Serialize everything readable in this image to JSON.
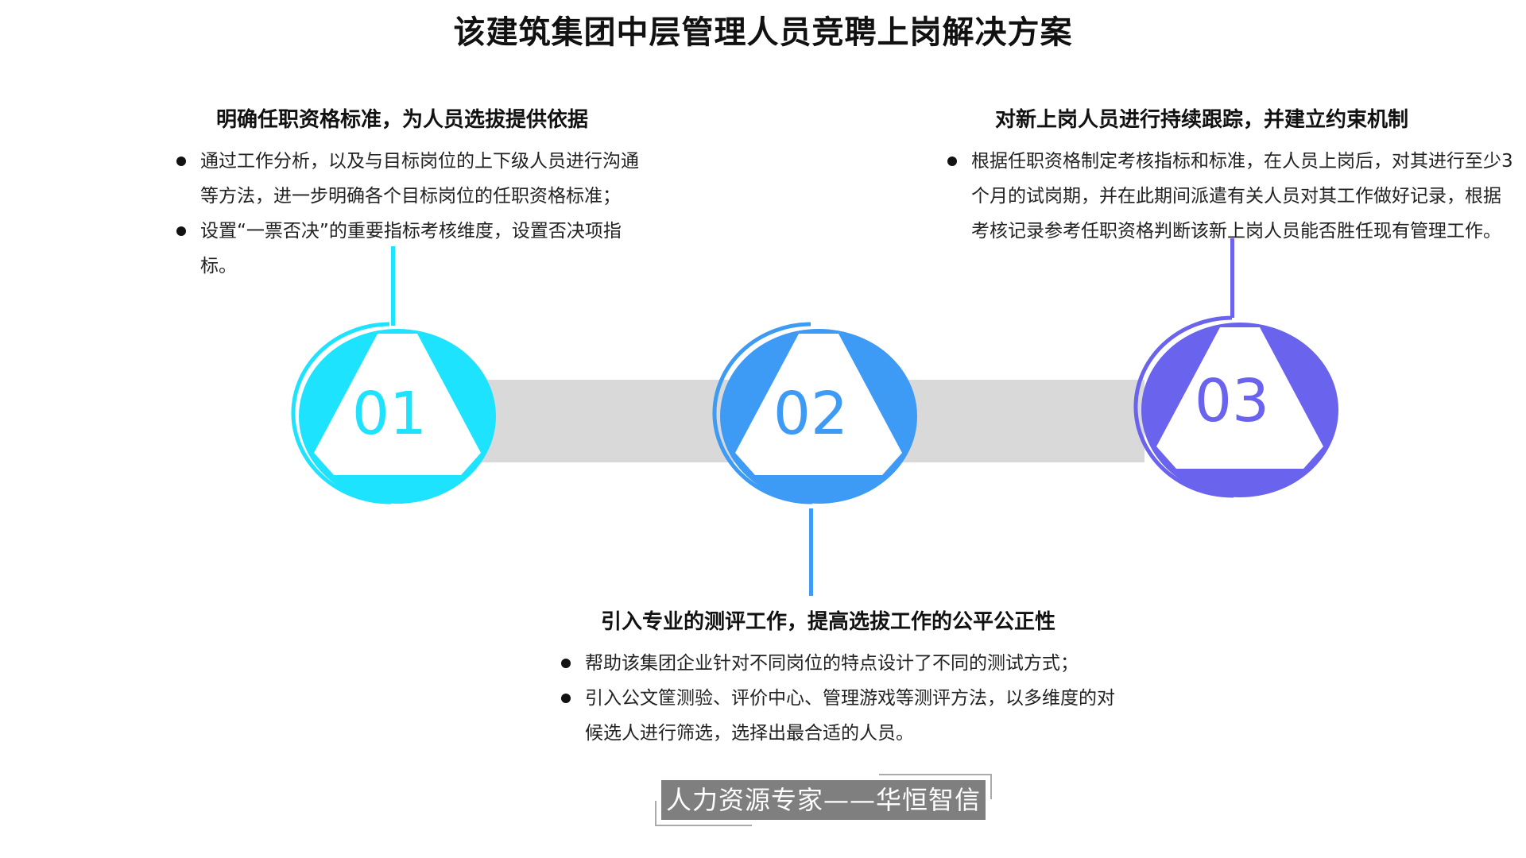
{
  "title": "该建筑集团中层管理人员竞聘上岗解决方案",
  "colors": {
    "step1": "#1ee3ff",
    "step2": "#3e9bf5",
    "step3": "#6a63ee",
    "bar": "#d9d9d9"
  },
  "steps": [
    {
      "number": "01",
      "heading": "明确任职资格标准，为人员选拔提供依据",
      "bullets": [
        "通过工作分析，以及与目标岗位的上下级人员进行沟通等方法，进一步明确各个目标岗位的任职资格标准；",
        "设置“一票否决”的重要指标考核维度，设置否决项指标。"
      ]
    },
    {
      "number": "02",
      "heading": "引入专业的测评工作，提高选拔工作的公平公正性",
      "bullets": [
        "帮助该集团企业针对不同岗位的特点设计了不同的测试方式；",
        "引入公文筐测验、评价中心、管理游戏等测评方法，以多维度的对候选人进行筛选，选择出最合适的人员。"
      ]
    },
    {
      "number": "03",
      "heading": "对新上岗人员进行持续跟踪，并建立约束机制",
      "bullets": [
        "根据任职资格制定考核指标和标准，在人员上岗后，对其进行至少3个月的试岗期，并在此期间派遣有关人员对其工作做好记录，根据考核记录参考任职资格判断该新上岗人员能否胜任现有管理工作。"
      ]
    }
  ],
  "footer": "人力资源专家——华恒智信"
}
